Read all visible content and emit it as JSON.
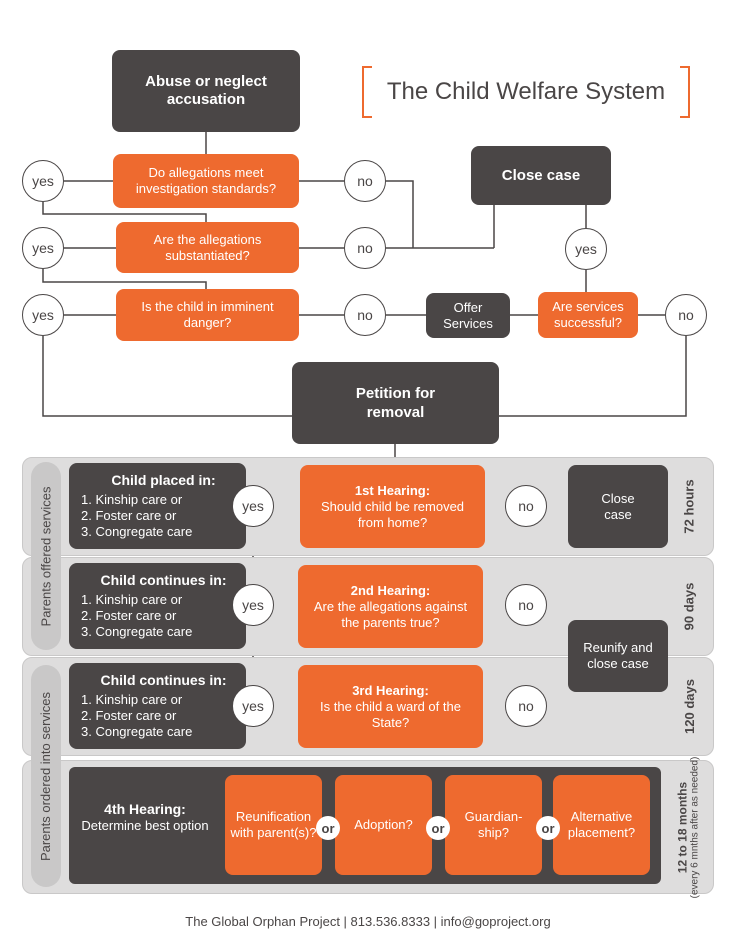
{
  "title": "The Child Welfare System",
  "nodes": {
    "abuse": "Abuse or neglect accusation",
    "q_standards": "Do allegations meet investigation standards?",
    "q_substantiated": "Are the allegations substantiated?",
    "q_danger": "Is the child in imminent danger?",
    "close_case_top": "Close case",
    "offer_services": "Offer Services",
    "services_successful": "Are services successful?",
    "petition": "Petition for removal"
  },
  "answers": {
    "yes": "yes",
    "no": "no"
  },
  "side_labels": {
    "offered": "Parents offered services",
    "ordered": "Parents ordered into services"
  },
  "rows": [
    {
      "left_title": "Child placed in:",
      "left_items": [
        "1. Kinship care or",
        "2. Foster care or",
        "3. Congregate care"
      ],
      "hearing_title": "1st Hearing:",
      "hearing_text": "Should child be removed from home?",
      "time": "72 hours"
    },
    {
      "left_title": "Child continues in:",
      "left_items": [
        "1. Kinship care or",
        "2. Foster care or",
        "3. Congregate care"
      ],
      "hearing_title": "2nd Hearing:",
      "hearing_text": "Are the allegations against the parents true?",
      "time": "90 days"
    },
    {
      "left_title": "Child continues in:",
      "left_items": [
        "1. Kinship care or",
        "2. Foster care or",
        "3. Congregate care"
      ],
      "hearing_title": "3rd Hearing:",
      "hearing_text": "Is the child a ward of the State?",
      "time": "120 days"
    }
  ],
  "close_case_row1": "Close case",
  "reunify": "Reunify and close case",
  "fourth": {
    "title": "4th Hearing:",
    "text": "Determine best option",
    "options": [
      "Reunification with parent(s)?",
      "Adoption?",
      "Guardian-ship?",
      "Alternative placement?"
    ],
    "or": "or",
    "time_main": "12 to 18 months",
    "time_sub": "(every 6 mnths after as needed)"
  },
  "footer": "The Global Orphan Project | 813.536.8333 | info@goproject.org"
}
